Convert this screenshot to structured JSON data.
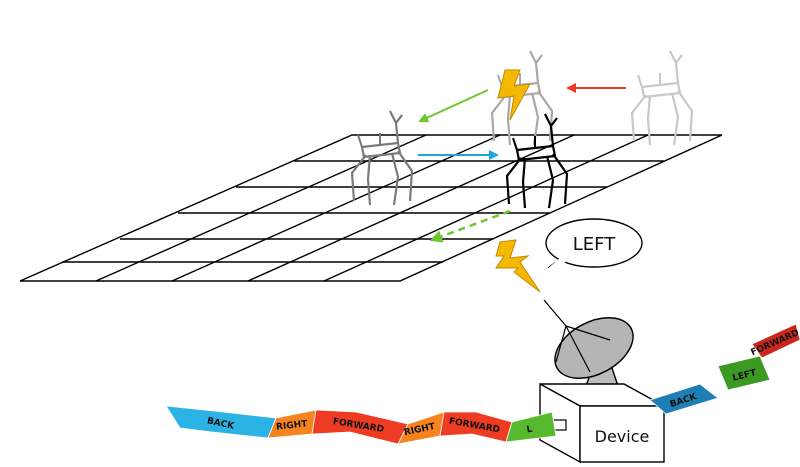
{
  "speech": {
    "text": "LEFT"
  },
  "device": {
    "label": "Device"
  },
  "tape_left": [
    {
      "label": "BACK",
      "color": "#2bb3e6"
    },
    {
      "label": "RIGHT",
      "color": "#f5831f"
    },
    {
      "label": "FORWARD",
      "color": "#ee3b24"
    },
    {
      "label": "RIGHT",
      "color": "#f5831f"
    },
    {
      "label": "FORWARD",
      "color": "#ee3b24"
    },
    {
      "label": "L",
      "color": "#57b92e"
    }
  ],
  "tape_right": [
    {
      "label": "BACK",
      "color": "#1f7fb5"
    },
    {
      "label": "LEFT",
      "color": "#3c9a22"
    },
    {
      "label": "FORWARD",
      "color": "#c9281c"
    }
  ],
  "arrow_colors": {
    "forward": "#ee3b24",
    "left": "#6cc72a",
    "right": "#1ea5de",
    "planned": "#6cc72a"
  },
  "lightning_color": "#f5b800"
}
